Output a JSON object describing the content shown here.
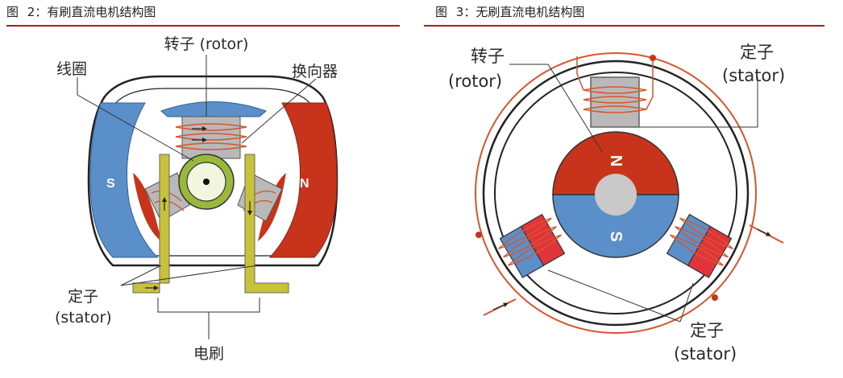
{
  "fig2": {
    "prefix": "图",
    "number": "2：",
    "title": "有刷直流电机结构图",
    "labels": {
      "rotor": "转子 (rotor)",
      "coil": "线圈",
      "commutator": "换向器",
      "stator_cn": "定子",
      "stator_en": "(stator)",
      "brush": "电刷",
      "pole_s": "S",
      "pole_n": "N"
    }
  },
  "fig3": {
    "prefix": "图",
    "number": "3：",
    "title": "无刷直流电机结构图",
    "labels": {
      "rotor_cn": "转子",
      "rotor_en": "(rotor)",
      "stator_top_cn": "定子",
      "stator_top_en": "(stator)",
      "stator_bottom_cn": "定子",
      "stator_bottom_en": "(stator)",
      "pole_n": "N",
      "pole_s": "S"
    }
  },
  "colors": {
    "accent_rule": "#a31f24",
    "magnet_blue": "#5b8fca",
    "magnet_red": "#c8341b",
    "coil_orange": "#d9552c",
    "brush_yellow": "#c8c23a",
    "stator_gray": "#b9b9b9"
  }
}
